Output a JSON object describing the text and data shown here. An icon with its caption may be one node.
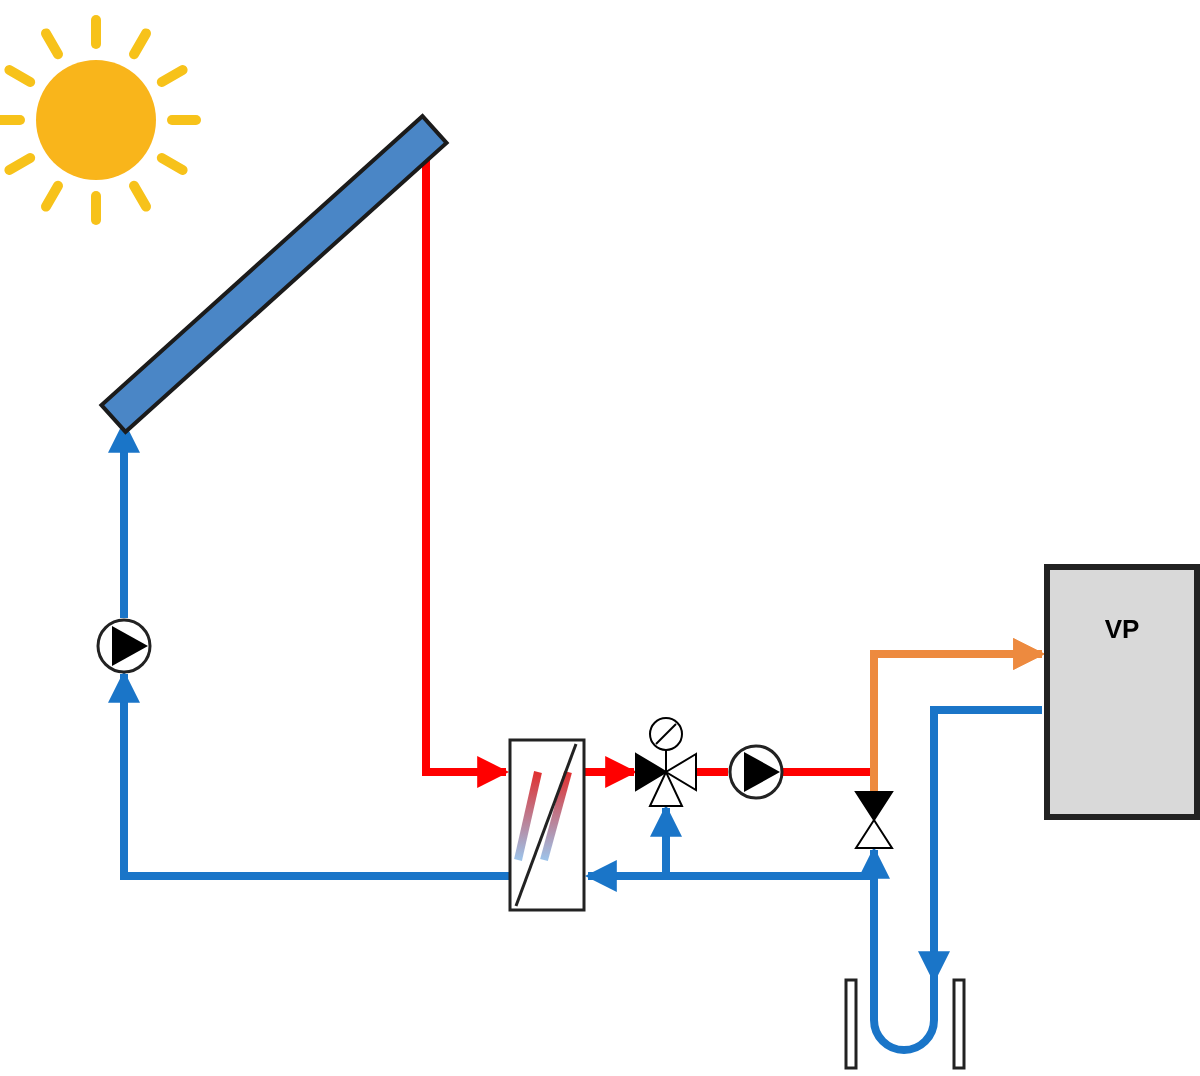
{
  "diagram": {
    "nodes": [
      {
        "text": [],
        "shape": "bar"
      },
      {
        "text": [],
        "shape": "circle"
      },
      {
        "text": [],
        "shape": "box"
      },
      {
        "text": [],
        "shape": "valve"
      },
      {
        "text": [],
        "shape": "circle"
      },
      {
        "text": [],
        "shape": "valve"
      },
      {
        "text": [
          "VP"
        ]
      },
      {
        "text": [],
        "shape": "loop"
      }
    ],
    "edges": [
      {
        "from": 0,
        "to": 2,
        "arrow": "to",
        "color": "#ff0000"
      },
      {
        "from": 2,
        "to": 1,
        "arrow": "to"
      },
      {
        "from": 1,
        "to": 0,
        "arrow": "to"
      },
      {
        "from": 2,
        "to": 3,
        "arrow": "to",
        "color": "#ff0000"
      },
      {
        "from": 3,
        "to": 4,
        "arrow": "none",
        "color": "#ff0000"
      },
      {
        "from": 4,
        "to": 6,
        "arrow": "to",
        "color": "#ff0000"
      },
      {
        "from": 5,
        "to": 6,
        "arrow": "to",
        "color": "#ed8a3f"
      },
      {
        "from": 7,
        "to": 5,
        "arrow": "to"
      },
      {
        "from": 7,
        "to": 2,
        "arrow": "to"
      },
      {
        "from": 7,
        "to": 3,
        "arrow": "to"
      },
      {
        "from": 6,
        "to": 7,
        "arrow": "to"
      }
    ]
  }
}
